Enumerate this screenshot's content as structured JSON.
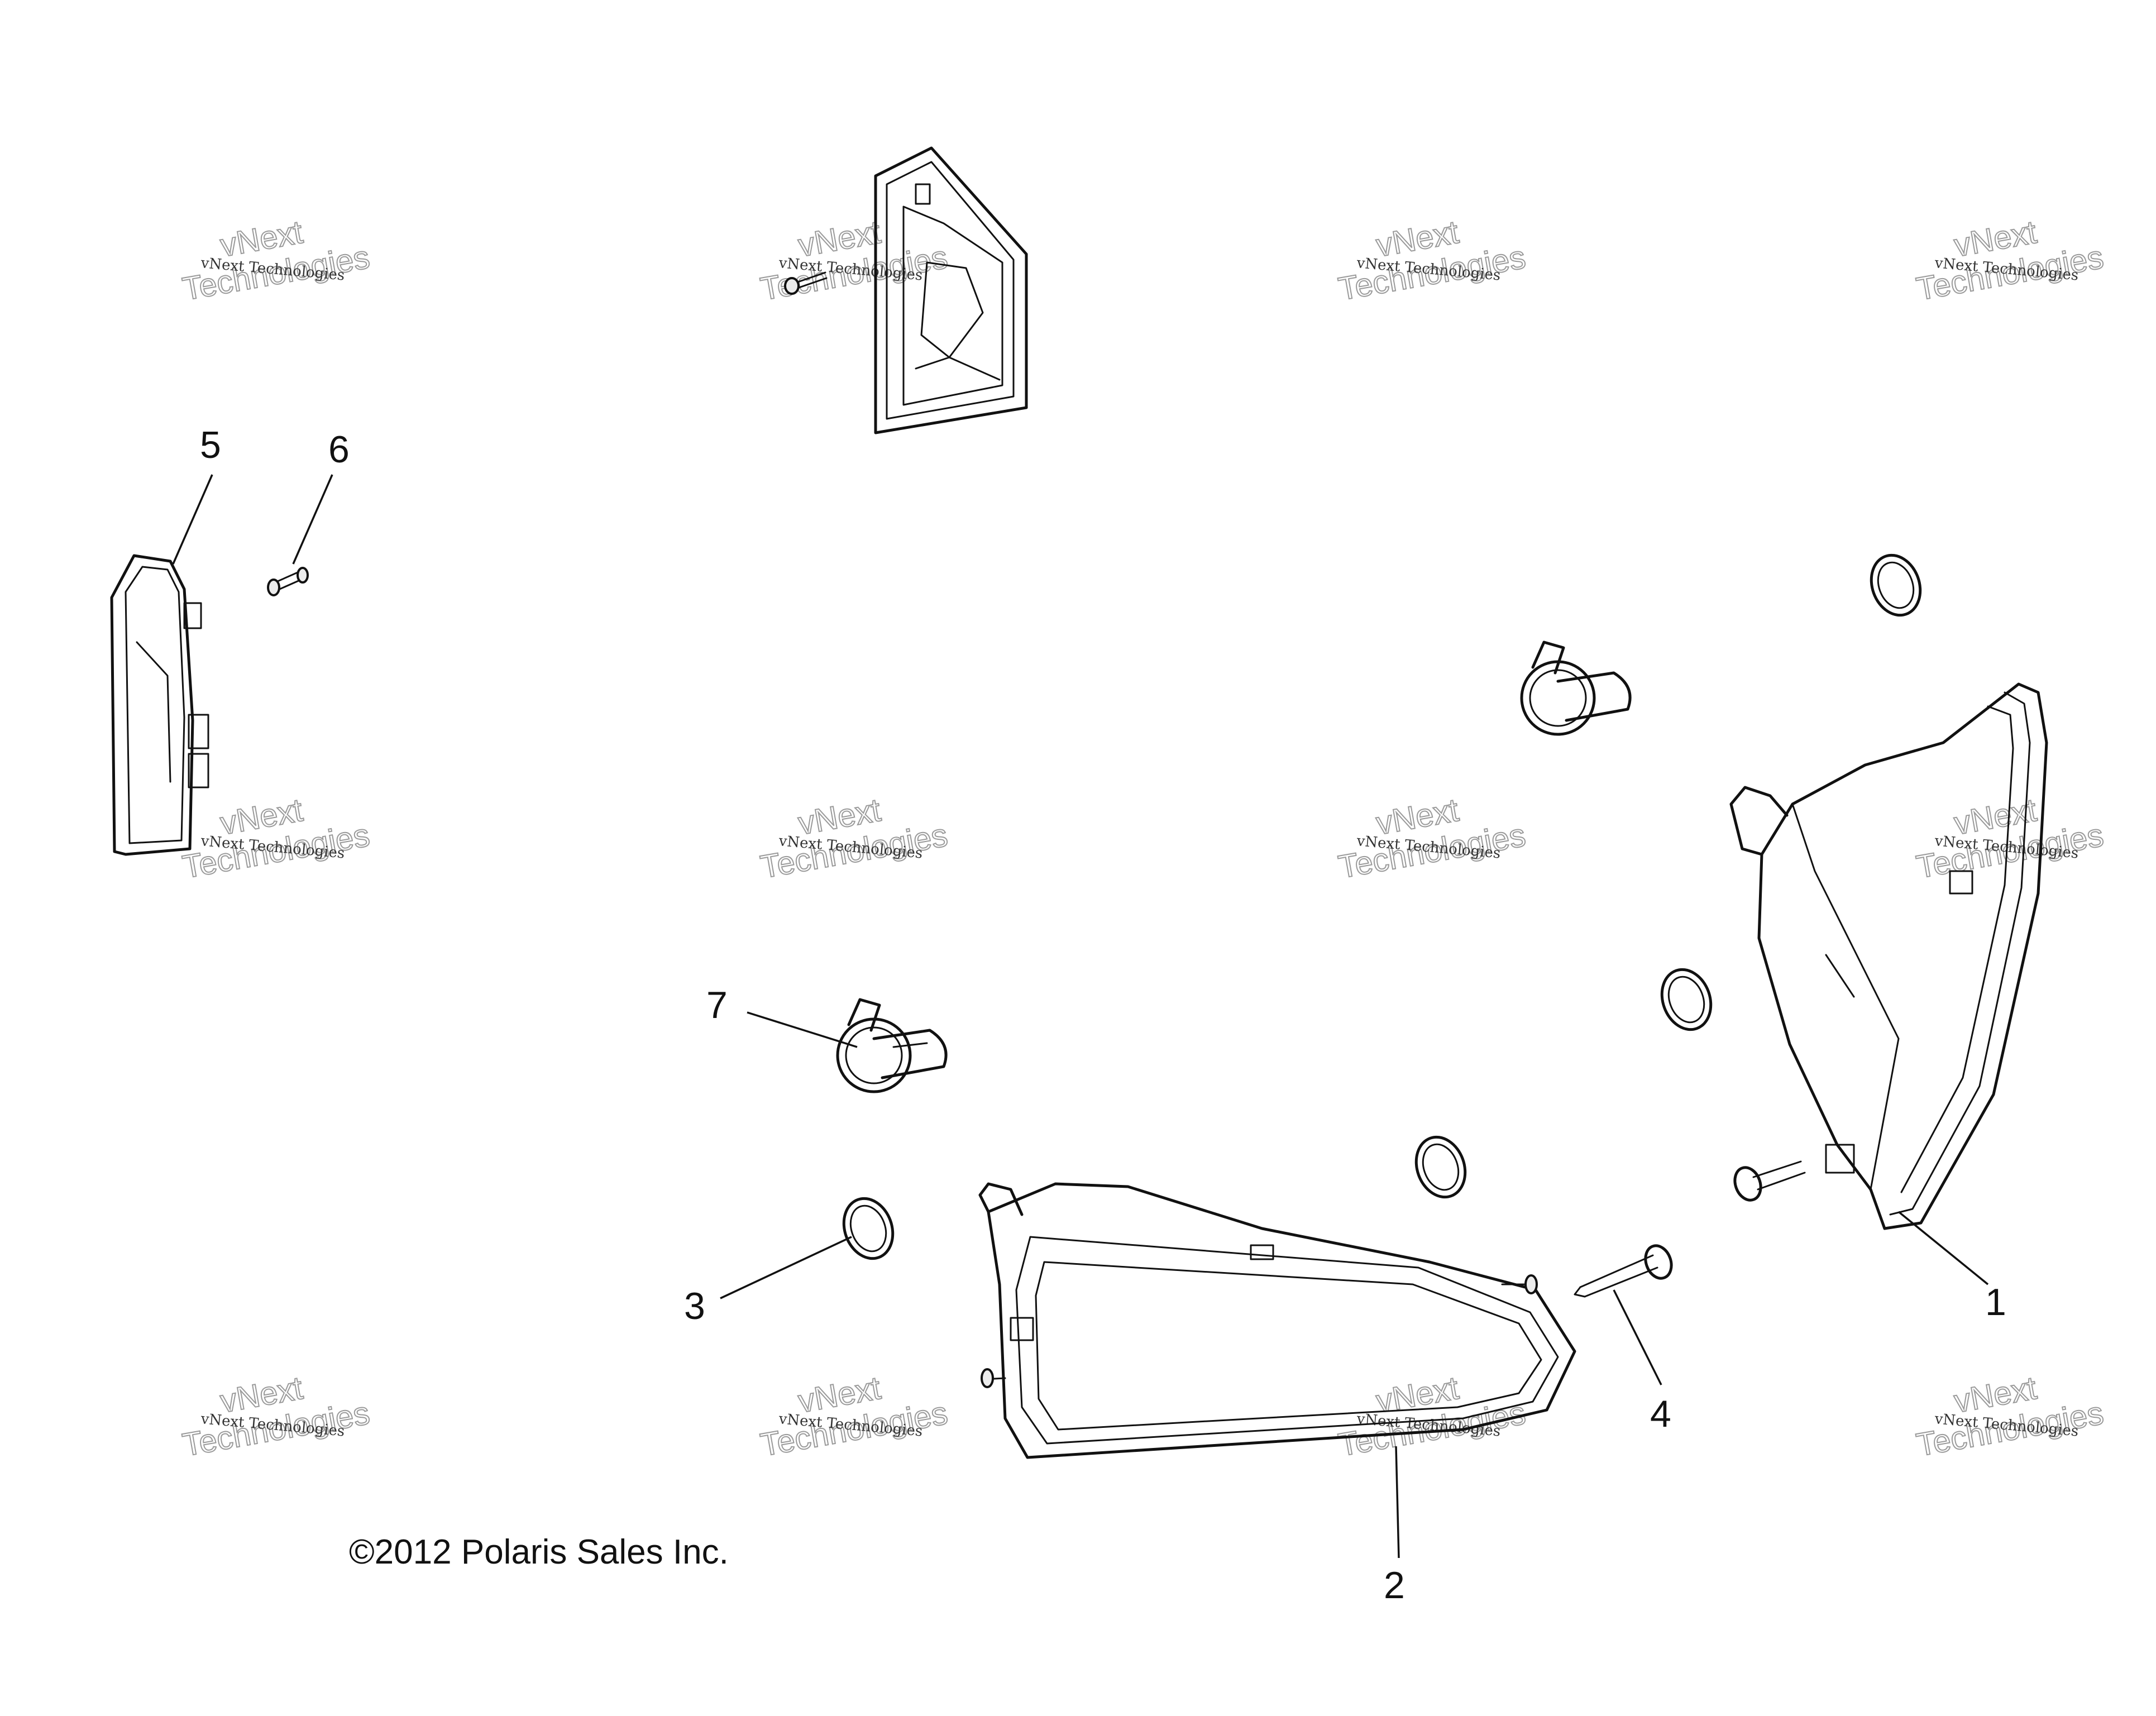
{
  "callouts": [
    {
      "label": "1",
      "part": "headlight-assembly-right"
    },
    {
      "label": "2",
      "part": "headlight-assembly-left"
    },
    {
      "label": "3",
      "part": "bulb-seal-ring"
    },
    {
      "label": "4",
      "part": "mounting-screw"
    },
    {
      "label": "5",
      "part": "mounting-bracket"
    },
    {
      "label": "6",
      "part": "bracket-screw"
    },
    {
      "label": "7",
      "part": "headlight-bulb"
    }
  ],
  "watermark": {
    "small_text": "vNext Technologies",
    "large_text": "Technologies",
    "corner_text": "vNext"
  },
  "copyright": "©2012 Polaris Sales Inc."
}
